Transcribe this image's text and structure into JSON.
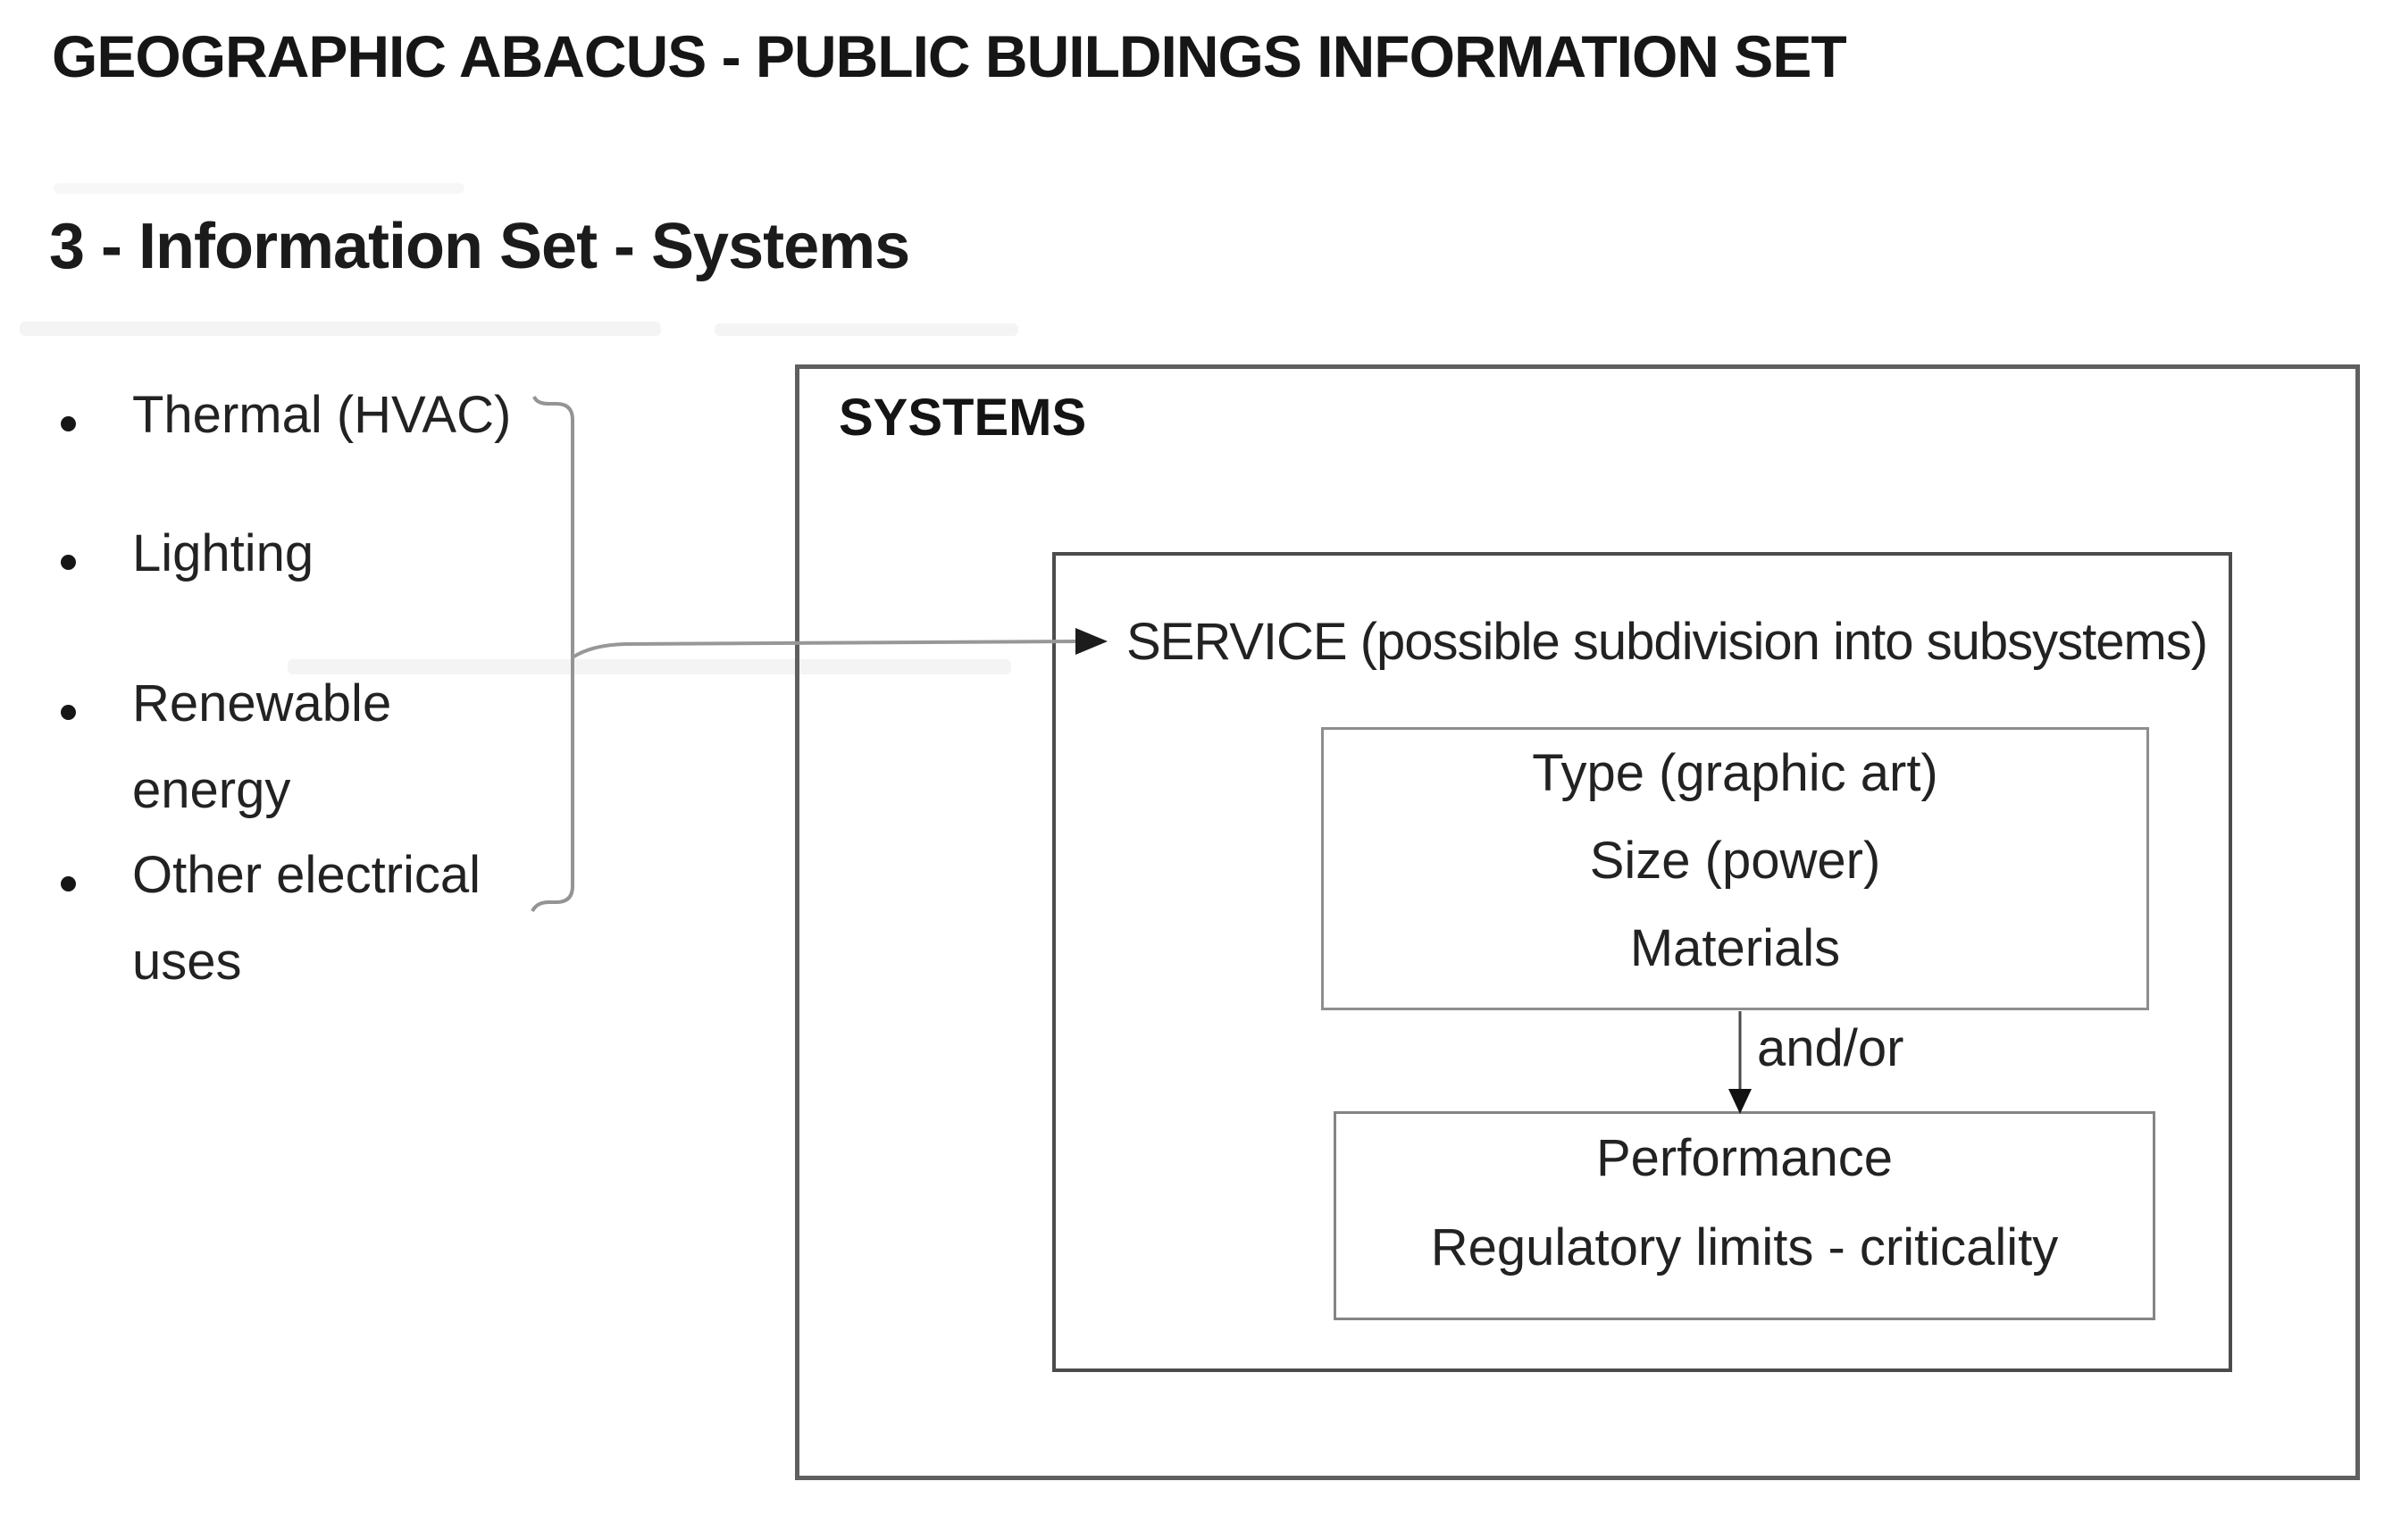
{
  "title": "GEOGRAPHIC ABACUS - PUBLIC BUILDINGS INFORMATION SET",
  "heading": "3 - Information Set - Systems",
  "bullets": {
    "items": [
      {
        "label": "Thermal (HVAC)",
        "lines": [
          "Thermal (HVAC)"
        ]
      },
      {
        "label": "Lighting",
        "lines": [
          "Lighting"
        ]
      },
      {
        "label": "Renewable energy",
        "lines": [
          "Renewable",
          "energy"
        ]
      },
      {
        "label": "Other electrical uses",
        "lines": [
          "Other electrical",
          "uses"
        ]
      }
    ]
  },
  "diagram": {
    "systems_box": {
      "label": "SYSTEMS"
    },
    "service_box": {
      "label": "SERVICE (possible subdivision into subsystems)"
    },
    "attributes_box": {
      "lines": [
        "Type (graphic art)",
        "Size (power)",
        "Materials"
      ]
    },
    "connector_label": "and/or",
    "performance_box": {
      "lines": [
        "Performance",
        "Regulatory limits - criticality"
      ]
    }
  },
  "colors": {
    "text": "#1a1a1a",
    "systems_border": "#5f5f5f",
    "service_border": "#4c4c4c",
    "inner_border_light": "#8e8e8e",
    "inner_border_mid": "#848484",
    "brace_line": "#949494",
    "arrow_black": "#1c1c1c"
  }
}
